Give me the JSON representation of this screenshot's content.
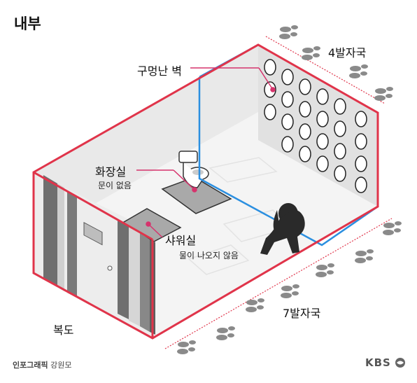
{
  "title": "내부",
  "labels": {
    "hole_wall": "구멍난 벽",
    "toilet": "화장실",
    "toilet_note": "문이 없음",
    "shower": "샤워실",
    "shower_note": "물이 나오지 않음",
    "footprints_top": "4발자국",
    "footprints_bottom": "7발자국",
    "corridor": "복도"
  },
  "credit": {
    "prefix": "인포그래픽",
    "author": "강원모"
  },
  "brand": "KBS",
  "colors": {
    "outline_red": "#e0344a",
    "partition_blue": "#2b8fe0",
    "marker_pink": "#d6336c",
    "figure": "#2a2a2a"
  },
  "icons": [
    "footprint-icon",
    "kbs-logo-icon"
  ]
}
